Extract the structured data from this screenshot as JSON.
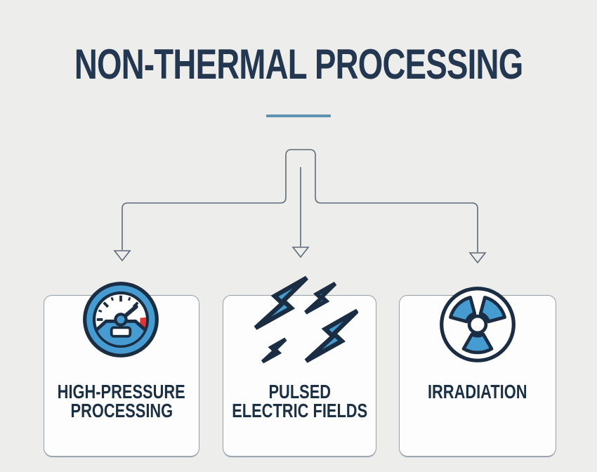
{
  "title": "NON-THERMAL PROCESSING",
  "palette": {
    "background": "#ededec",
    "ink_navy": "#233750",
    "icon_blue": "#469cd0",
    "icon_outline": "#1b2d42",
    "accent_red": "#e63230",
    "connector_line": "#5d6b79",
    "divider_blue": "#6093b2",
    "card_bg": "#fdfdfd",
    "card_border": "#93a0ab"
  },
  "connector": {
    "branches": 3,
    "arrow_style": "open-triangle-down"
  },
  "cards": [
    {
      "id": "high-pressure-processing",
      "icon": "pressure-gauge-icon",
      "lines": [
        "HIGH-PRESSURE",
        "PROCESSING"
      ]
    },
    {
      "id": "pulsed-electric-fields",
      "icon": "lightning-bolts-icon",
      "lines": [
        "PULSED",
        "ELECTRIC FIELDS"
      ]
    },
    {
      "id": "irradiation",
      "icon": "radiation-icon",
      "lines": [
        "IRRADIATION"
      ]
    }
  ]
}
